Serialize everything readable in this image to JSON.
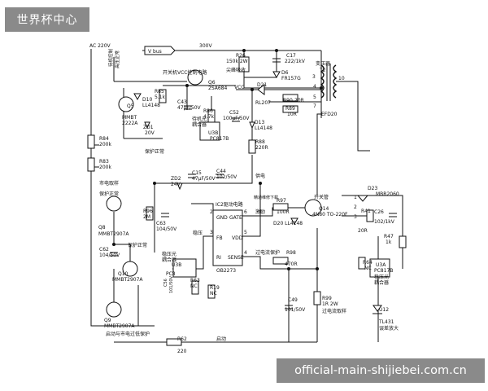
{
  "watermark": {
    "top": "世界杯中心",
    "bottom": "official-main-shijiebei.com.cn"
  },
  "labels": {
    "ac_in": "AC 220V",
    "v300": "300V",
    "vbus": "V bus",
    "vcc_ctrl": "开关机VCC控制电路",
    "vcc": "VCC",
    "standby_ctrl": "待机控制",
    "hv_high": "高压正常",
    "r26": "R26",
    "r26_val": "150k 2W",
    "c17": "C17",
    "c17_val": "222/1kV",
    "d6": "D6",
    "d6_val": "FR157G",
    "spike": "尖峰吸收",
    "transformer": "变压器",
    "t2": "T2",
    "efd20": "EFD20",
    "pin3": "3",
    "pin4": "4",
    "pin5": "5",
    "pin7": "7",
    "pin10": "10",
    "r85": "R85",
    "r85_val": "5.1k",
    "q5": "Q5",
    "q5_p": "MMBT",
    "q5_n": "2222A",
    "d10": "D10",
    "d10_val": "LL4148",
    "c43": "C43",
    "c43_val": "47μF/50V",
    "q6": "Q6",
    "q6_val": "2SA684",
    "r86": "R86",
    "r86_val": "4.7k",
    "c52": "C52",
    "c52_val": "100μF/50V",
    "d21": "D21",
    "d21_val": "RL207",
    "r90": "R90",
    "r90_val": "20R",
    "r89": "R89",
    "r89_val": "10R",
    "d13": "D13",
    "d13_val": "LL4148",
    "zd1": "ZD1",
    "zd1_val": "20V",
    "opto_standby_a": "待机光",
    "opto_standby_b": "耦合器",
    "u3b_top": "U3B",
    "pc817b": "PC817B",
    "r84": "R84",
    "r84_val": "200k",
    "r83": "R83",
    "r83_val": "200k",
    "protect_normal_1": "保护正常",
    "r88": "R88",
    "r88_val": "220R",
    "zd2": "ZD2",
    "zd2_val": "24V",
    "c15": "C15",
    "c15_val": "47μF/50V",
    "c44": "C44",
    "c44_val": "102/50V",
    "power_supply": "供电",
    "mains_sample": "市电取样",
    "protect_normal_2": "保护正常",
    "ic2": "IC2驱动电路",
    "ic_gnd": "GND",
    "ic_gate": "GATE",
    "ic_fb": "FB",
    "ic_vdd": "VDD",
    "ic_ri": "RI",
    "ic_sense": "SENSE",
    "ob2273": "OB2273",
    "ic_pin2": "2",
    "ic_pin3": "3",
    "ic_pin6": "6",
    "ic_pin5": "5",
    "ic_pin4": "4",
    "r96": "R96",
    "r96_val": "2M",
    "c63": "C63",
    "c63_val": "104/50V",
    "q8": "Q8",
    "q8_val": "MMBT2907A",
    "c62": "C62",
    "c62_val": "104/50V",
    "protect_normal_3": "保护正常",
    "q10": "Q10",
    "q10_val": "MMBT2907A",
    "q9": "Q9",
    "q9_val": "MMBT2907A",
    "regulate": "稳压",
    "opto_reg_a": "稳压光",
    "opto_reg_b": "耦合器",
    "u3b_bot": "U3B",
    "pc8": "PC8",
    "c56": "C56",
    "c56_val": "101/50V",
    "r63": "R63",
    "r63_val": "NC",
    "r19": "R19",
    "r19_val": "NC",
    "drive": "激励",
    "r97": "R97",
    "r97_val": "100R",
    "d20": "D20 LL4148",
    "switch_tube": "开关管",
    "q14": "Q14",
    "q14_val": "4N80 TO-220F",
    "overcurrent_protect": "过电流保护",
    "r98": "R98",
    "r98_val": "470R",
    "c49": "C49",
    "c49_val": "101/50V",
    "r99": "R99",
    "r99_val": "1R 2W",
    "overcurrent_sample": "过电流取样",
    "startup_protect": "启动与市电过低保护",
    "r62": "R62",
    "r62_val": "220",
    "startup": "启动",
    "d23": "D23",
    "d23_val": "MBR2060",
    "r41": "R41",
    "r41_val": "20R",
    "c26": "C26",
    "c26_val": "102/1kV",
    "r47": "R47",
    "r47_val": "1k",
    "r64": "R64",
    "r64_val": "NC",
    "u3a": "U3A",
    "pc817b_2": "PC817B",
    "opto_reg2_a": "稳压光",
    "opto_reg2_b": "耦合器",
    "u12": "U12",
    "tl431": "TL431",
    "error_amp": "误差放大",
    "sec_pin1": "1",
    "sec_pin2": "2",
    "sec_pin3": "3",
    "watermark_faint": "精通维修下载"
  }
}
